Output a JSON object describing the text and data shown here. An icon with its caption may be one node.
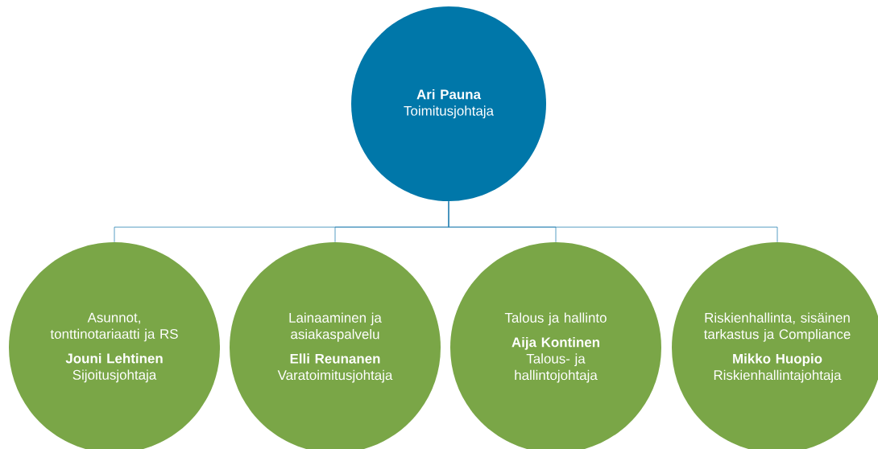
{
  "diagram": {
    "nodes": [
      {
        "text": [
          "Ari Pauna",
          "Toimitusjohtaja"
        ]
      },
      {
        "text": [
          "Asunnot, tonttinotariaatti ja RS",
          "Jouni Lehtinen",
          "Sijoitusjohtaja"
        ]
      },
      {
        "text": [
          "Lainaaminen ja asiakaspalvelu",
          "Elli Reunanen",
          "Varatoimitusjohtaja"
        ]
      },
      {
        "text": [
          "Talous ja hallinto",
          "Aija Kontinen",
          "Talous- ja hallintojohtaja"
        ]
      },
      {
        "text": [
          "Riskienhallinta, sisäinen tarkastus ja Compliance",
          "Mikko Huopio",
          "Riskienhallintajohtaja"
        ]
      }
    ],
    "edges": [
      {
        "from": 0,
        "to": 1,
        "arrow": "none"
      },
      {
        "from": 0,
        "to": 2,
        "arrow": "none"
      },
      {
        "from": 0,
        "to": 3,
        "arrow": "none"
      },
      {
        "from": 0,
        "to": 4,
        "arrow": "none"
      }
    ]
  }
}
